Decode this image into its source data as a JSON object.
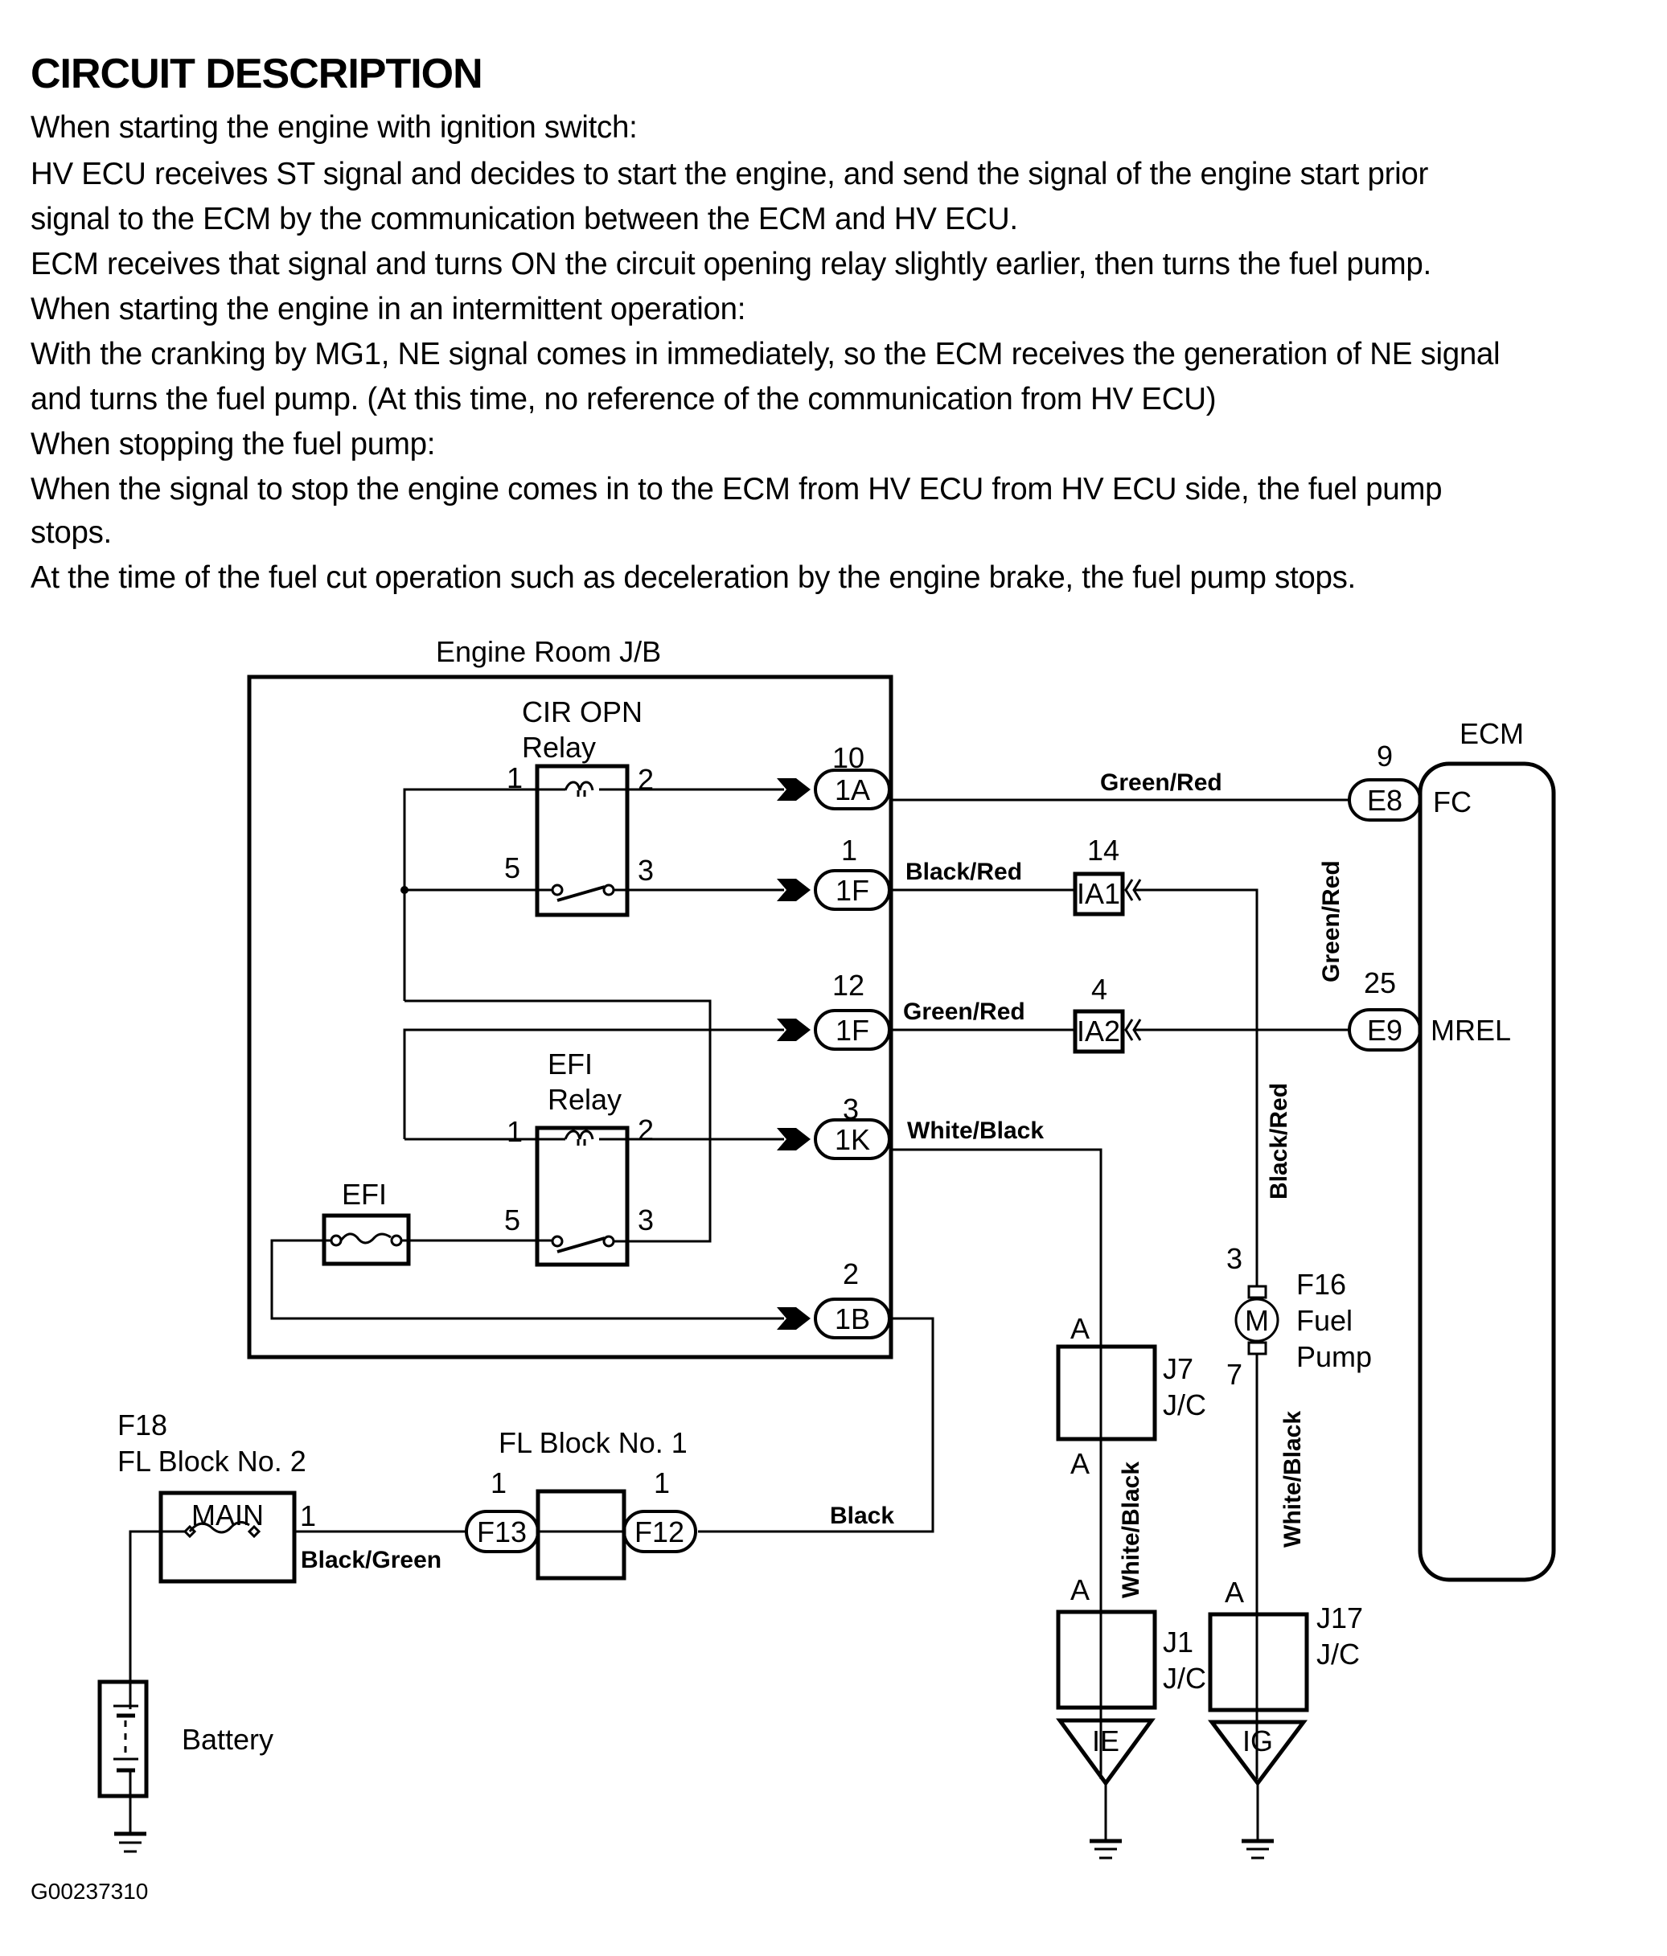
{
  "document": {
    "title": "CIRCUIT DESCRIPTION",
    "paragraphs": [
      "When starting the engine with ignition switch:",
      "HV ECU receives ST signal and decides to start the engine, and send the signal of the engine start prior",
      "signal to the ECM by the communication between the ECM and HV ECU.",
      "ECM receives that signal and turns ON the circuit opening relay slightly earlier, then turns the fuel pump.",
      "When starting the engine in an intermittent operation:",
      "With the cranking by MG1, NE signal comes in immediately, so the ECM receives the generation of NE signal",
      "and turns the fuel pump. (At this time, no reference of the communication from HV ECU)",
      "When stopping the fuel pump:",
      "When the signal to stop the engine comes in to the ECM from HV ECU from HV ECU side, the fuel pump",
      "stops.",
      "At the time of the fuel cut operation such as deceleration by the engine brake, the fuel pump stops."
    ]
  },
  "diagram": {
    "engine_room_jb": {
      "label": "Engine Room J/B",
      "cir_opn_relay": {
        "name_line1": "CIR OPN",
        "name_line2": "Relay",
        "pins": [
          "1",
          "2",
          "5",
          "3"
        ]
      },
      "efi_relay": {
        "name_line1": "EFI",
        "name_line2": "Relay",
        "pins": [
          "1",
          "2",
          "5",
          "3"
        ]
      },
      "efi_fuse": {
        "label": "EFI"
      },
      "connectors": [
        {
          "pin": "10",
          "code": "1A"
        },
        {
          "pin": "1",
          "code": "1F"
        },
        {
          "pin": "12",
          "code": "1F"
        },
        {
          "pin": "3",
          "code": "1K"
        },
        {
          "pin": "2",
          "code": "1B"
        }
      ]
    },
    "wires": {
      "w_1a_e8": "Green/Red",
      "w_1f_ia1": "Black/Red",
      "w_1f_ia2": "Green/Red",
      "w_1k": "White/Black",
      "w_vert_gr": "Green/Red",
      "w_vert_br": "Black/Red",
      "w_j7_j1": "White/Black",
      "w_pump_j17": "White/Black",
      "w_black": "Black",
      "w_black_green": "Black/Green"
    },
    "junctions": {
      "ia1": {
        "pin": "14",
        "code": "IA1"
      },
      "ia2": {
        "pin": "4",
        "code": "IA2"
      }
    },
    "ecm": {
      "label": "ECM",
      "pins": [
        {
          "pin": "9",
          "code": "E8",
          "signal": "FC"
        },
        {
          "pin": "25",
          "code": "E9",
          "signal": "MREL"
        }
      ]
    },
    "fuel_pump": {
      "id": "F16",
      "line1": "Fuel",
      "line2": "Pump",
      "motor": "M",
      "pin_top": "3",
      "pin_bottom": "7"
    },
    "j7": {
      "id": "J7",
      "type": "J/C",
      "pin_top": "A",
      "pin_bottom": "A"
    },
    "j1": {
      "id": "J1",
      "type": "J/C",
      "pin_top": "A",
      "ground": "IE"
    },
    "j17": {
      "id": "J17",
      "type": "J/C",
      "pin_top": "A",
      "ground": "IG"
    },
    "fl_block_2": {
      "id": "F18",
      "label": "FL Block No. 2",
      "fuse": "MAIN",
      "pin": "1"
    },
    "fl_block_1": {
      "label": "FL Block No. 1",
      "left": {
        "pin": "1",
        "code": "F13"
      },
      "right": {
        "pin": "1",
        "code": "F12"
      }
    },
    "battery": {
      "label": "Battery"
    },
    "figure_id": "G00237310"
  }
}
